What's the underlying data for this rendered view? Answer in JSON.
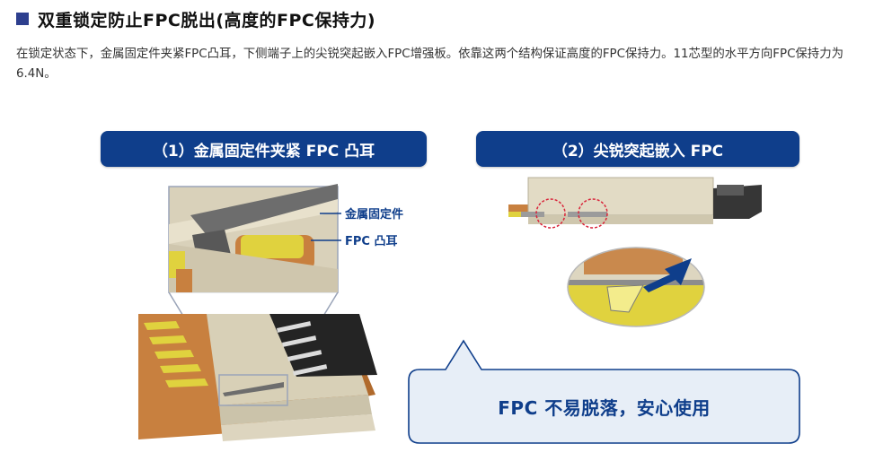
{
  "section": {
    "title": "双重锁定防止FPC脱出(高度的FPC保持力)",
    "description": "在锁定状态下，金属固定件夹紧FPC凸耳，下侧端子上的尖锐突起嵌入FPC增强板。依靠这两个结构保证高度的FPC保持力。11芯型的水平方向FPC保持力为6.4N。"
  },
  "panel_left": {
    "label": "（1）金属固定件夹紧 FPC 凸耳",
    "callout_metal": "金属固定件",
    "callout_tab": "FPC 凸耳"
  },
  "panel_right": {
    "label": "（2）尖锐突起嵌入 FPC"
  },
  "bubble": {
    "text": "FPC 不易脱落，安心使用"
  },
  "colors": {
    "brand_blue": "#0f3e8b",
    "fpc_yellow": "#e6d83a",
    "copper": "#c8803f",
    "housing_beige": "#ddd5bf",
    "bubble_fill": "#e7eef7"
  }
}
